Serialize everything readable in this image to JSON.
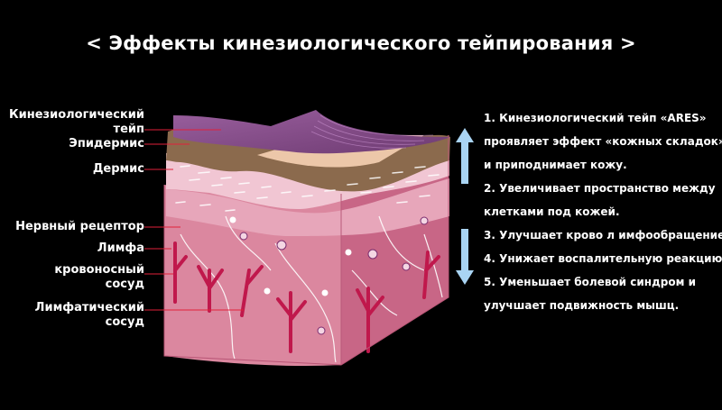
{
  "title": "< Эффекты кинезиологического тейпирования >",
  "labels": [
    {
      "text": "Кинезиологический\nтейп"
    },
    {
      "text": "Эпидермис"
    },
    {
      "text": "Дермис"
    },
    {
      "text": "Нервный рецептор"
    },
    {
      "text": "Лимфа"
    },
    {
      "text": "кровоносный\nсосуд"
    },
    {
      "text": "Лимфатический\nсосуд"
    }
  ],
  "notes": [
    "1. Кинезиологический тейп «ARES»",
    "проявляет эффект «кожных складок»",
    "и приподнимает кожу.",
    "2. Увеличивает пространство между",
    "клетками под кожей.",
    "3. Улучшает крово л имфообращение.",
    "4. Унижает воспалительную реакцию.",
    "5. Уменьшает болевой синдром и",
    "улучшает подвижность мышц."
  ],
  "colors": {
    "background": "#000000",
    "leader": "#e0203a",
    "tape": "#8a4f8c",
    "epidermis": "#8b6a4d",
    "dermis": "#f2c9d6",
    "tissue": "#d9829a",
    "vessel": "#c0184c",
    "arrow": "#a9d4f3"
  }
}
